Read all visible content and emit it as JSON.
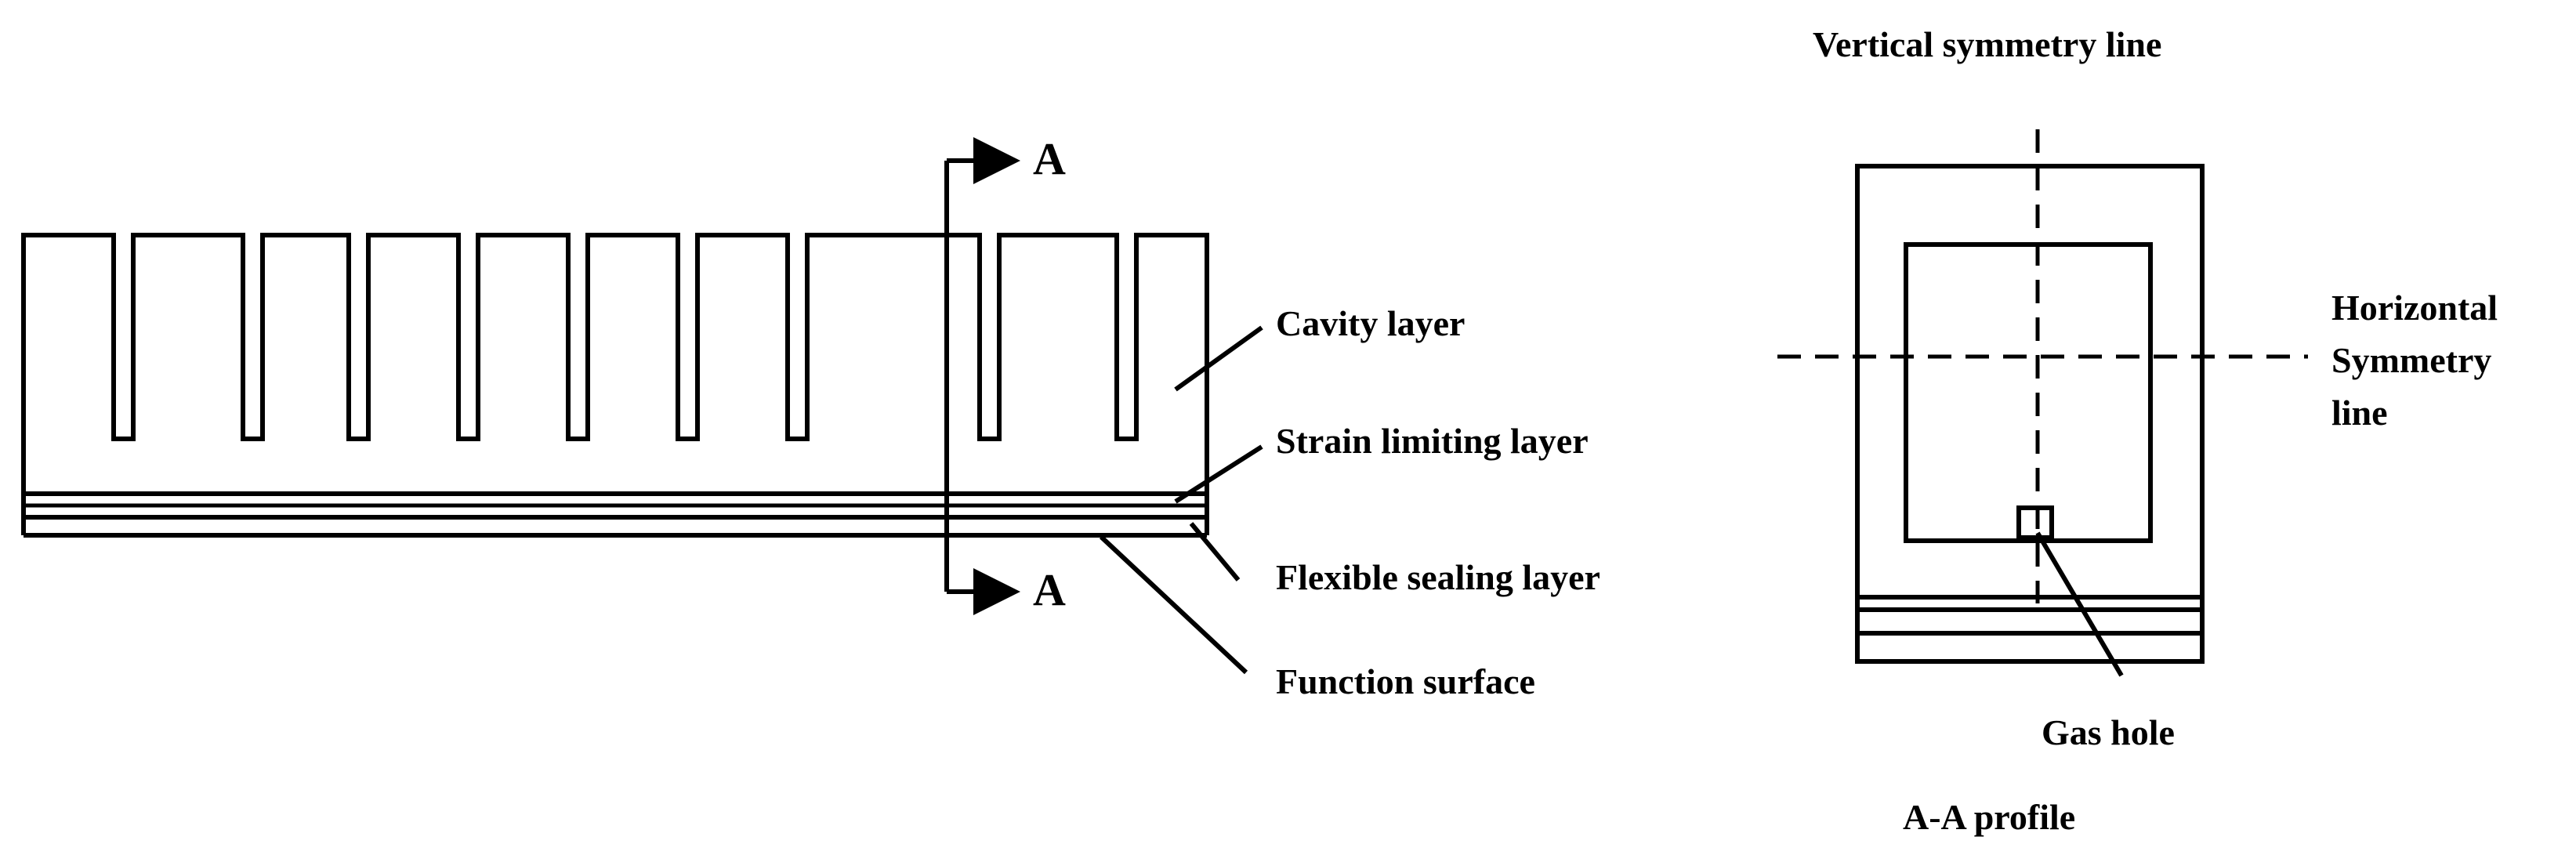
{
  "diagram": {
    "left_labels": {
      "cavity_layer": "Cavity layer",
      "strain_limiting_layer": "Strain limiting layer",
      "flexible_sealing_layer": "Flexible sealing layer",
      "function_surface": "Function surface"
    },
    "section_markers": {
      "top": "A",
      "bottom": "A"
    },
    "profile": {
      "vertical_symmetry": "Vertical symmetry line",
      "horizontal_symmetry_line1": "Horizontal",
      "horizontal_symmetry_line2": "Symmetry",
      "horizontal_symmetry_line3": "line",
      "gas_hole": "Gas hole",
      "caption": "A-A profile"
    }
  }
}
